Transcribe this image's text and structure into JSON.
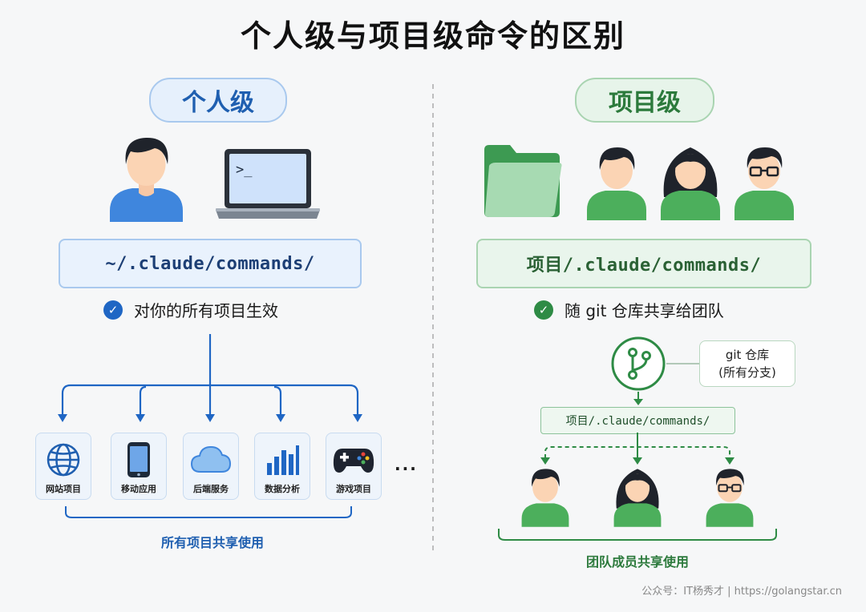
{
  "title": "个人级与项目级命令的区别",
  "personal": {
    "label": "个人级",
    "terminal_prompt": ">_",
    "path": "~/.claude/commands/",
    "benefit": "对你的所有项目生效",
    "projects": [
      {
        "label": "网站项目",
        "icon": "globe-icon"
      },
      {
        "label": "移动应用",
        "icon": "smartphone-icon"
      },
      {
        "label": "后端服务",
        "icon": "cloud-icon"
      },
      {
        "label": "数据分析",
        "icon": "bar-chart-icon"
      },
      {
        "label": "游戏项目",
        "icon": "gamepad-icon"
      }
    ],
    "more": "...",
    "caption": "所有项目共享使用"
  },
  "project": {
    "label": "项目级",
    "path": "项目/.claude/commands/",
    "benefit": "随 git 仓库共享给团队",
    "git_line1": "git 仓库",
    "git_line2": "(所有分支)",
    "small_path": "项目/.claude/commands/",
    "caption": "团队成员共享使用"
  },
  "footer": "公众号：IT杨秀才  |  https://golangstar.cn",
  "colors": {
    "personal_accent": "#1f66c4",
    "project_accent": "#2e8b45",
    "person_blue": "#3f86dd",
    "person_green": "#4caf5c"
  }
}
